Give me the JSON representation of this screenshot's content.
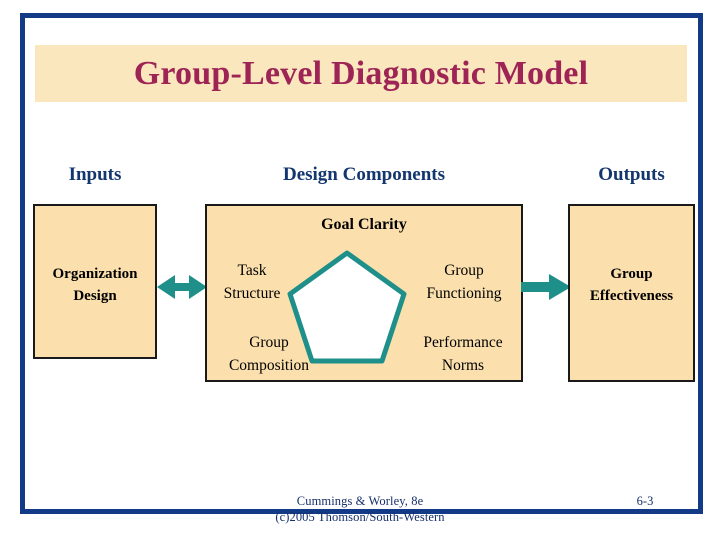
{
  "slide": {
    "title": "Group-Level Diagnostic Model",
    "banner_color": "#fbe7bd",
    "title_color": "#9e2456",
    "frame_color": "#123a87",
    "box_fill": "#fbe0ad",
    "accent_teal": "#1e9089",
    "header_color": "#14366f"
  },
  "columns": {
    "inputs": "Inputs",
    "design": "Design Components",
    "outputs": "Outputs"
  },
  "inputs_box": {
    "label_line1": "Organization",
    "label_line2": "Design"
  },
  "design_box": {
    "goal_clarity": "Goal Clarity",
    "nodes": [
      {
        "id": "task-structure",
        "line1": "Task",
        "line2": "Structure"
      },
      {
        "id": "group-functioning",
        "line1": "Group",
        "line2": "Functioning"
      },
      {
        "id": "group-composition",
        "line1": "Group",
        "line2": "Composition"
      },
      {
        "id": "performance-norms",
        "line1": "Performance",
        "line2": "Norms"
      }
    ]
  },
  "outputs_box": {
    "label_line1": "Group",
    "label_line2": "Effectiveness"
  },
  "footer": {
    "credit": "Cummings & Worley, 8e",
    "copyright": "(c)2005 Thomson/South-Western",
    "page": "6-3"
  }
}
